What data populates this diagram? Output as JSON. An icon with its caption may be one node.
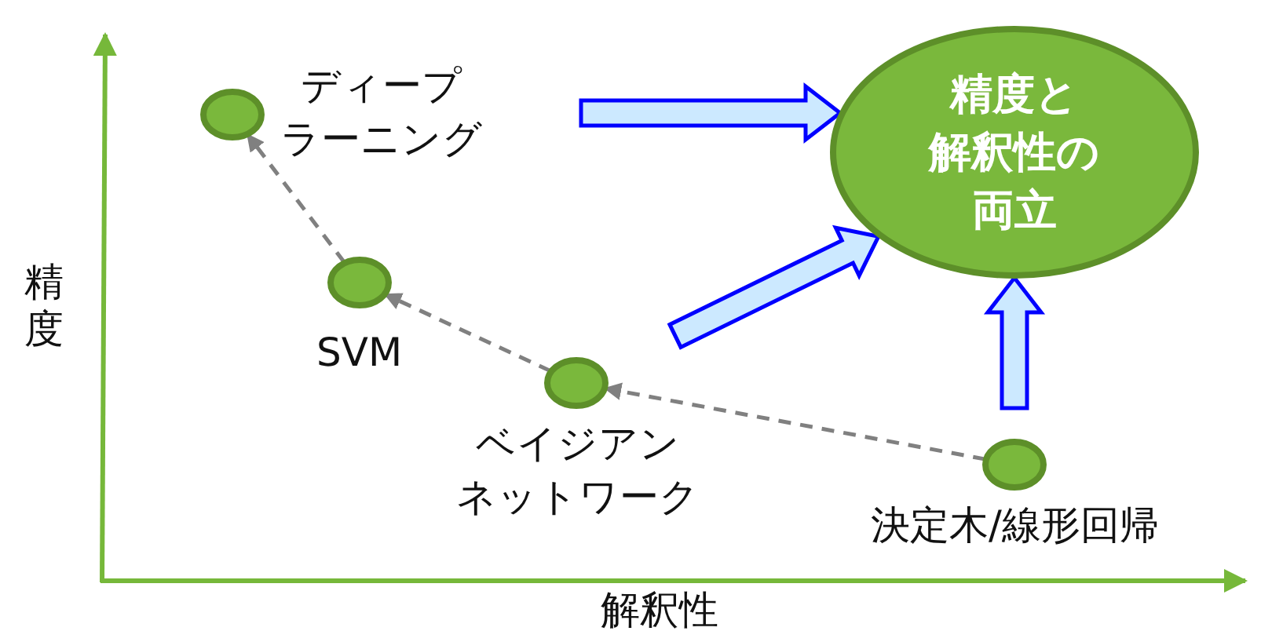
{
  "diagram": {
    "nodes": [
      {
        "text": [],
        "shape": "circle",
        "beside": [
          "ディープラーニング"
        ]
      },
      {
        "text": [],
        "shape": "circle",
        "beside": [
          "SVM"
        ]
      },
      {
        "text": [],
        "shape": "circle",
        "beside": [
          "ベイジアンネットワーク"
        ]
      },
      {
        "text": [],
        "shape": "circle",
        "beside": [
          "決定木/線形回帰"
        ]
      },
      {
        "text": [
          "精度と解釈性の両立"
        ]
      }
    ],
    "edges": [
      {
        "from": 3,
        "to": 2,
        "arrow": "to",
        "style": "dashed"
      },
      {
        "from": 2,
        "to": 1,
        "arrow": "to",
        "style": "dashed"
      },
      {
        "from": 1,
        "to": 0,
        "arrow": "to",
        "style": "dashed"
      },
      {
        "from": null,
        "to": 4,
        "arrow": "to",
        "style": "thick",
        "color": "#0000ff"
      },
      {
        "from": null,
        "to": 4,
        "arrow": "to",
        "style": "thick",
        "color": "#0000ff"
      },
      {
        "from": null,
        "to": 4,
        "arrow": "to",
        "style": "thick",
        "color": "#0000ff"
      }
    ],
    "labels": [
      "精度",
      "解釈性"
    ]
  }
}
